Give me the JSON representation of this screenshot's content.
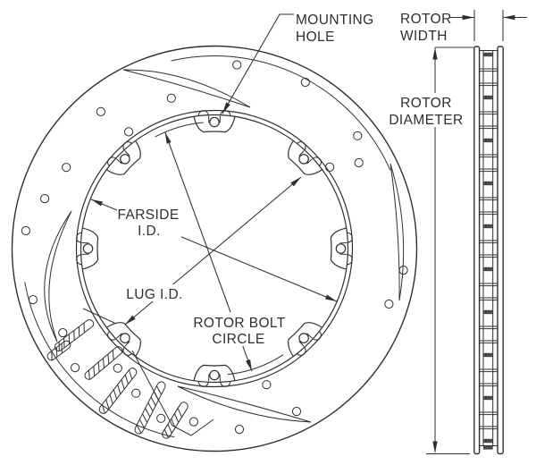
{
  "labels": {
    "mounting_hole": [
      "MOUNTING",
      "HOLE"
    ],
    "rotor_width": [
      "ROTOR",
      "WIDTH"
    ],
    "rotor_diameter": [
      "ROTOR",
      "DIAMETER"
    ],
    "farside_id": [
      "FARSIDE",
      "I.D."
    ],
    "lug_id": "LUG I.D.",
    "rotor_bolt_circle": [
      "ROTOR BOLT",
      "CIRCLE"
    ]
  },
  "colors": {
    "line": "#2f2f2f",
    "background": "#ffffff"
  }
}
